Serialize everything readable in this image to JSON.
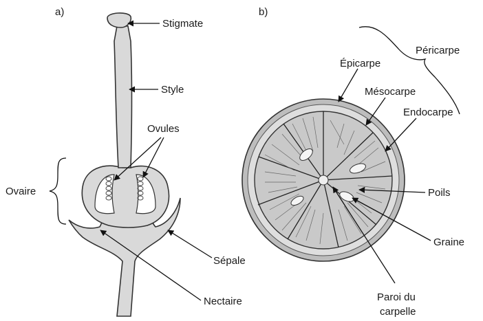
{
  "panel_a": {
    "letter": "a)",
    "labels": {
      "stigmate": "Stigmate",
      "style": "Style",
      "ovules": "Ovules",
      "ovaire": "Ovaire",
      "sepale": "Sépale",
      "nectaire": "Nectaire"
    }
  },
  "panel_b": {
    "letter": "b)",
    "labels": {
      "pericarpe": "Péricarpe",
      "epicarpe": "Épicarpe",
      "mesocarpe": "Mésocarpe",
      "endocarpe": "Endocarpe",
      "poils": "Poils",
      "graine": "Graine",
      "paroi_line1": "Paroi du",
      "paroi_line2": "carpelle"
    }
  }
}
